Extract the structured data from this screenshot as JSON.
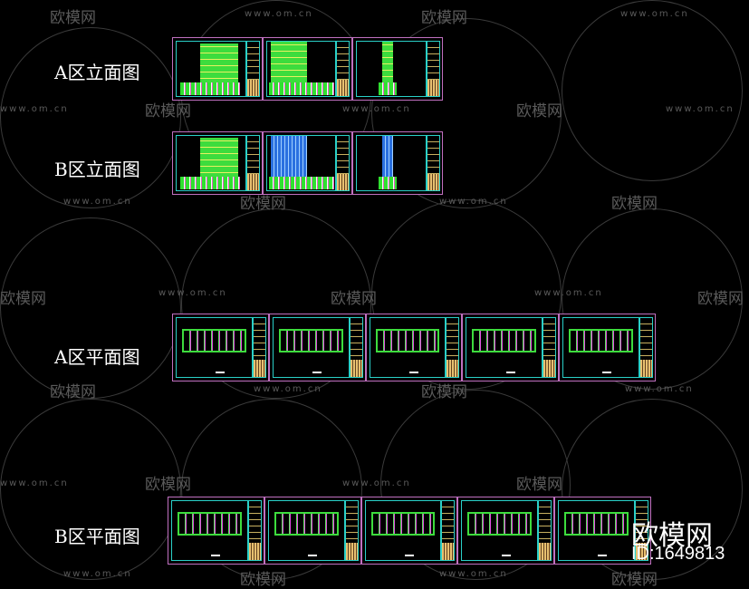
{
  "sections": [
    {
      "label": "A区立面图",
      "type": "elevation",
      "sheets": 3,
      "style": "green"
    },
    {
      "label": "B区立面图",
      "type": "elevation",
      "sheets": 3,
      "style": "blue"
    },
    {
      "label": "A区平面图",
      "type": "plan",
      "sheets": 5
    },
    {
      "label": "B区平面图",
      "type": "plan",
      "sheets": 5
    }
  ],
  "watermark": {
    "logo": "欧模网",
    "url": "www.om.cn"
  },
  "stamp": {
    "logo": "欧模网",
    "id": "ID:1649813"
  },
  "colors": {
    "frame": "#c070c0",
    "border": "#2ad0c8",
    "line": "#3ddc3d",
    "background": "#000000"
  }
}
